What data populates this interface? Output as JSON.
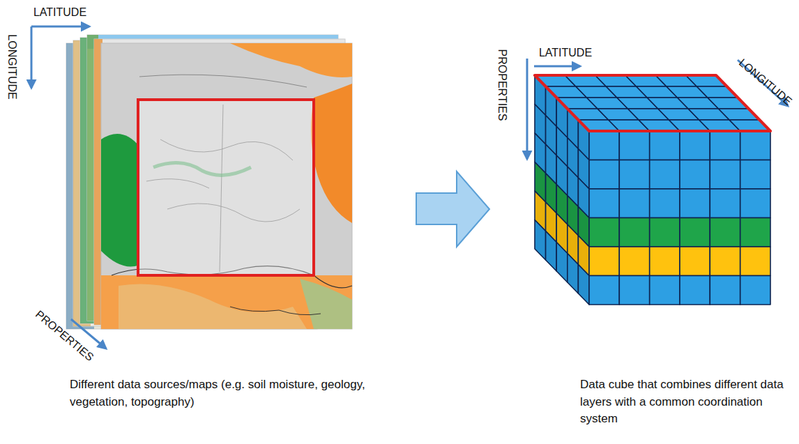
{
  "diagram": {
    "labels": [
      "LATITUDE",
      "LONGITUDE",
      "PROPERTIES",
      "Different data sources/maps (e.g. soil moisture, geology, vegetation, topography)",
      "LATITUDE",
      "PROPERTIES",
      "LONGITUDE",
      "Data cube that combines different data layers with a common coordination system"
    ]
  }
}
